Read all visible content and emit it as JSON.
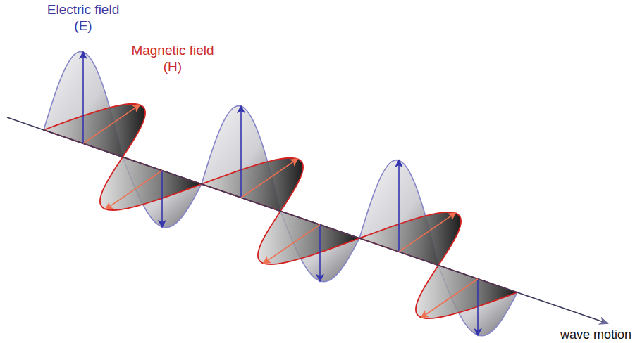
{
  "diagram": {
    "labels": [
      "Electric field (E)",
      "Magnetic field (H)",
      "wave motion"
    ]
  }
}
